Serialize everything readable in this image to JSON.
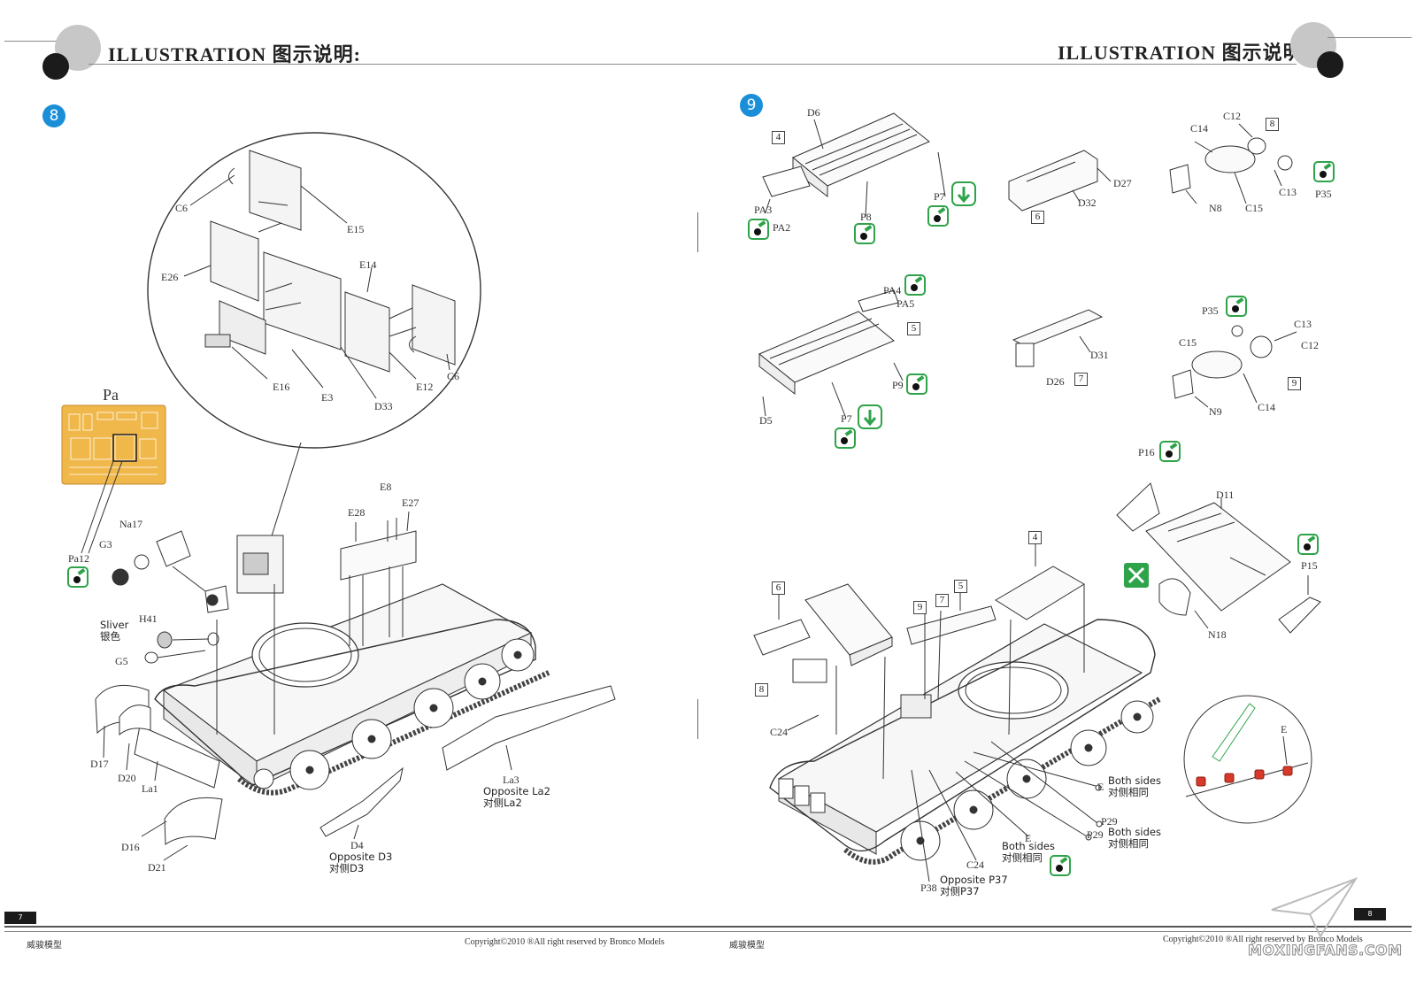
{
  "header": {
    "left_title": "ILLUSTRATION 图示说明:",
    "right_title": "ILLUSTRATION 图示说明:"
  },
  "steps": {
    "step8": "8",
    "step9": "9"
  },
  "left_page": {
    "labels": {
      "c6_top": "C6",
      "e15": "E15",
      "e26": "E26",
      "e14": "E14",
      "e16": "E16",
      "e3": "E3",
      "d33": "D33",
      "e12": "E12",
      "c6_bottom": "C6",
      "pa": "Pa",
      "pa12": "Pa12",
      "na17": "Na17",
      "g3": "G3",
      "h41": "H41",
      "g5": "G5",
      "e28": "E28",
      "e8": "E8",
      "e27": "E27",
      "d17": "D17",
      "d20": "D20",
      "la1": "La1",
      "d16": "D16",
      "d21": "D21",
      "d4": "D4",
      "la3": "La3"
    },
    "notes": {
      "silver": "Sliver\n银色",
      "opposite_la2": "Opposite La2\n对侧La2",
      "opposite_d3": "Opposite D3\n对侧D3"
    }
  },
  "right_page": {
    "labels": {
      "d6": "D6",
      "pa3": "PA3",
      "pa2": "PA2",
      "p8": "P8",
      "p7_top": "P7",
      "d27": "D27",
      "d32": "D32",
      "c12_top": "C12",
      "c14_top": "C14",
      "n8": "N8",
      "c15_top": "C15",
      "c13_top": "C13",
      "p35_top": "P35",
      "pa4": "PA4",
      "pa5": "PA5",
      "p9": "P9",
      "d5": "D5",
      "p7_mid": "P7",
      "d31": "D31",
      "d26": "D26",
      "p35_mid": "P35",
      "c13_mid": "C13",
      "c15_mid": "C15",
      "c12_mid": "C12",
      "n9": "N9",
      "c14_mid": "C14",
      "p16": "P16",
      "d11": "D11",
      "p15": "P15",
      "n18": "N18",
      "c24_left": "C24",
      "e_right": "E",
      "p29_a": "P29",
      "p29_b": "P29",
      "e_bottom": "E",
      "c24_bottom": "C24",
      "p38": "P38",
      "e_detail": "E"
    },
    "refs": {
      "r4_top": "4",
      "r6_top": "6",
      "r8_top": "8",
      "r5_mid": "5",
      "r7_mid": "7",
      "r9_mid": "9",
      "r4_assy": "4",
      "r6_assy": "6",
      "r9_assy": "9",
      "r7_assy": "7",
      "r5_assy": "5",
      "r8_assy": "8"
    },
    "notes": {
      "both_sides_1": "Both sides\n对侧相同",
      "both_sides_2": "Both sides\n对侧相同",
      "both_sides_3": "Both sides\n对侧相同",
      "opposite_p37": "Opposite P37\n对侧P37"
    }
  },
  "footer": {
    "left_brand": "威骏模型",
    "left_copyright": "Copyright©2010  ®All right reserved by Bronco Models",
    "right_brand": "威骏模型",
    "right_copyright": "Copyright©2010  ®All right reserved by Bronco Models",
    "page_left": "7",
    "page_right": "8",
    "watermark": "MOXINGFANS.COM"
  },
  "colors": {
    "step_blue": "#1a8fd8",
    "glue_green": "#2fa34a",
    "photo_etch_gold": "#f0b84a",
    "detail_red": "#d83a2a"
  }
}
